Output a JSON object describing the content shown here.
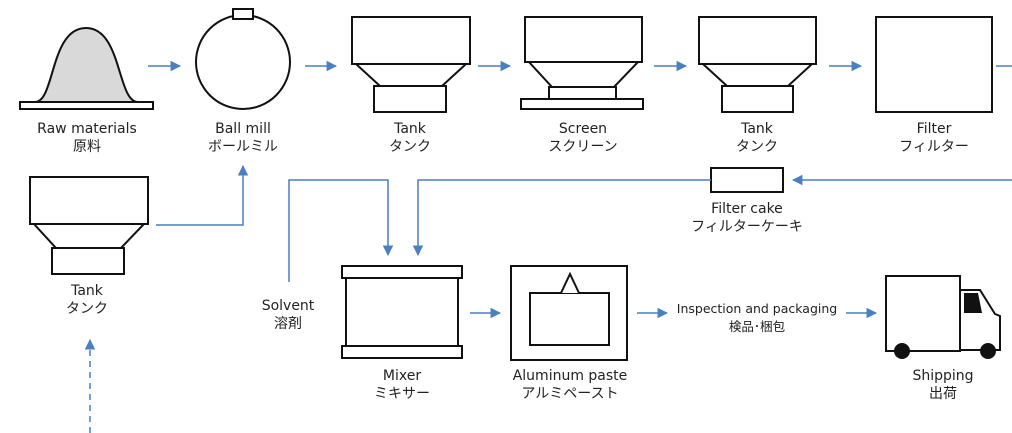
{
  "nodes": {
    "raw_materials": {
      "en": "Raw materials",
      "jp": "原料"
    },
    "ball_mill": {
      "en": "Ball mill",
      "jp": "ボールミル"
    },
    "tank1": {
      "en": "Tank",
      "jp": "タンク"
    },
    "screen": {
      "en": "Screen",
      "jp": "スクリーン"
    },
    "tank2": {
      "en": "Tank",
      "jp": "タンク"
    },
    "filter": {
      "en": "Filter",
      "jp": "フィルター"
    },
    "tank_side": {
      "en": "Tank",
      "jp": "タンク"
    },
    "filter_cake": {
      "en": "Filter cake",
      "jp": "フィルターケーキ"
    },
    "solvent": {
      "en": "Solvent",
      "jp": "溶剤"
    },
    "mixer": {
      "en": "Mixer",
      "jp": "ミキサー"
    },
    "aluminum_paste": {
      "en": "Aluminum paste",
      "jp": "アルミペースト"
    },
    "inspection": {
      "en": "Inspection and packaging",
      "jp": "検品･梱包"
    },
    "shipping": {
      "en": "Shipping",
      "jp": "出荷"
    }
  },
  "colors": {
    "arrow": "#4a7fc1",
    "line": "#7aa3d6",
    "outline": "#111111",
    "fill_gray": "#d9d9d9",
    "truck_window": "#111111"
  },
  "icons": [
    "powder-pile-icon",
    "ball-mill-icon",
    "tank-icon",
    "screen-icon",
    "filter-icon",
    "filter-cake-icon",
    "mixer-icon",
    "paste-container-icon",
    "truck-icon"
  ]
}
